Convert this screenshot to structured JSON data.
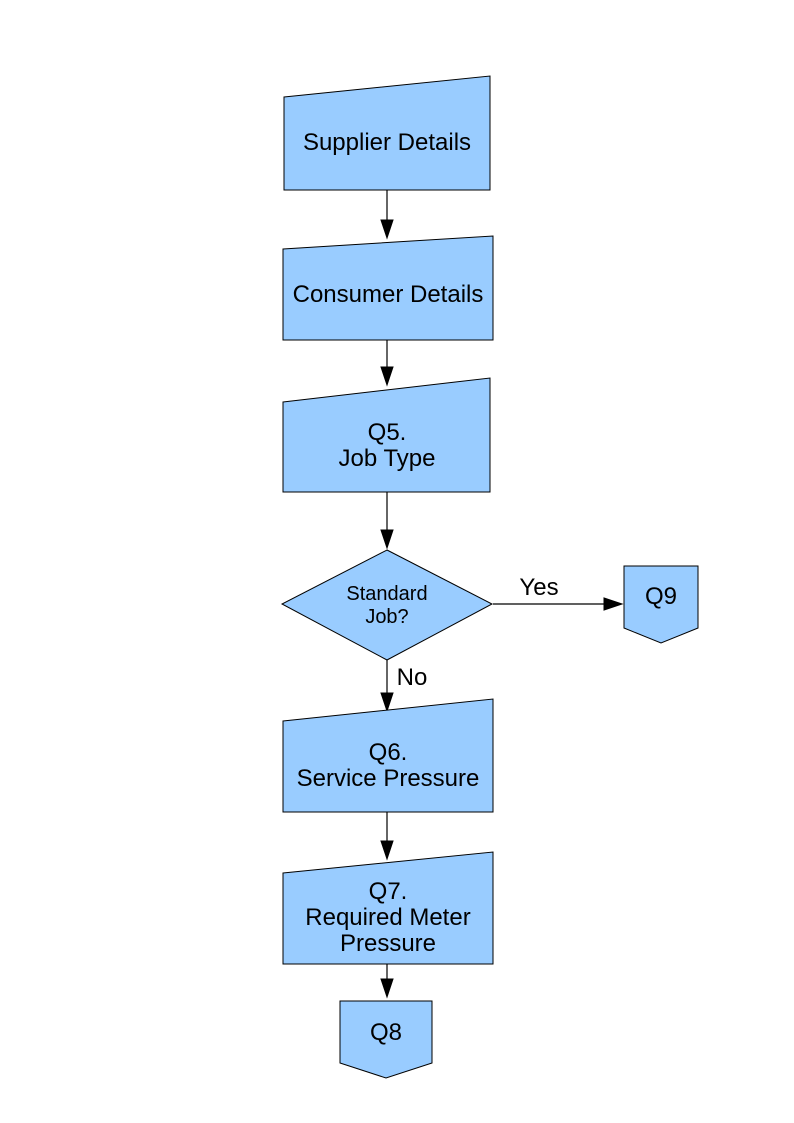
{
  "flowchart": {
    "colors": {
      "background": "#FFFFFF",
      "shape_fill": "#99CCFF",
      "shape_border": "#000000",
      "connector": "#000000",
      "text": "#000000"
    },
    "nodes": {
      "supplier": {
        "type": "manual-input",
        "lines": [
          "Supplier Details"
        ]
      },
      "consumer": {
        "type": "manual-input",
        "lines": [
          "Consumer Details"
        ]
      },
      "q5": {
        "type": "manual-input",
        "lines": [
          "Q5.",
          "Job Type"
        ]
      },
      "decision": {
        "type": "decision",
        "lines": [
          "Standard",
          "Job?"
        ]
      },
      "q9": {
        "type": "off-page-connector",
        "label": "Q9"
      },
      "q6": {
        "type": "manual-input",
        "lines": [
          "Q6.",
          "Service Pressure"
        ]
      },
      "q7": {
        "type": "manual-input",
        "lines": [
          "Q7.",
          "Required Meter",
          "Pressure"
        ]
      },
      "q8": {
        "type": "off-page-connector",
        "label": "Q8"
      }
    },
    "edge_labels": {
      "yes": "Yes",
      "no": "No"
    }
  }
}
